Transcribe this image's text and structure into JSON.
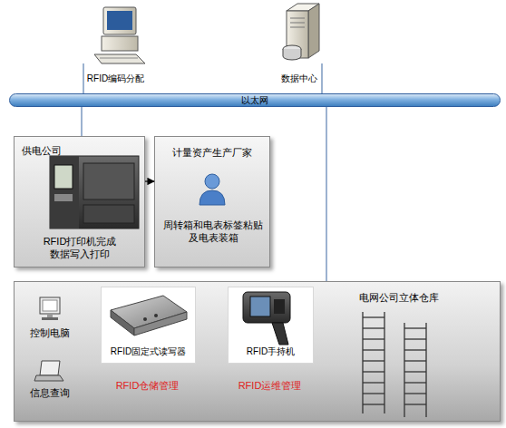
{
  "diagram": {
    "nodes": [
      {
        "text": [
          "RFID编码分配"
        ]
      },
      {
        "text": [
          "数据中心"
        ]
      },
      {
        "text": [
          "以太网"
        ]
      },
      {
        "text": [
          "供电公司",
          "RFID打印机完成数据写入打印"
        ]
      },
      {
        "text": [
          "计量资产生产厂家",
          "周转箱和电表标签粘贴及电表装箱"
        ]
      },
      {
        "text": [
          "电网公司立体仓库"
        ]
      },
      {
        "text": [
          "RFID固定式读写器"
        ],
        "in": 5
      },
      {
        "text": [
          "RFID手持机"
        ],
        "in": 5
      }
    ],
    "edges": [
      {
        "from": 0,
        "to": 2,
        "arrow": "none"
      },
      {
        "from": 1,
        "to": 2,
        "arrow": "none"
      },
      {
        "from": 2,
        "to": 3,
        "arrow": "none"
      },
      {
        "from": 2,
        "to": 5,
        "arrow": "none"
      },
      {
        "from": 3,
        "to": 4,
        "arrow": "to"
      }
    ],
    "labels": [
      "控制电脑",
      "信息查询",
      "RFID仓储管理",
      "RFID运维管理"
    ]
  }
}
